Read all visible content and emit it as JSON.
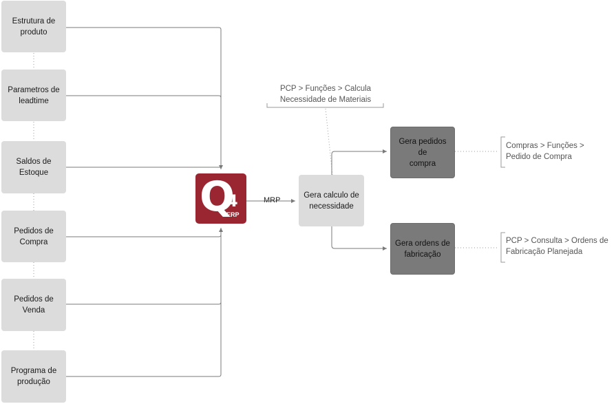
{
  "inputs": [
    {
      "label": "Estrutura de\nproduto"
    },
    {
      "label": "Parametros de\nleadtime"
    },
    {
      "label": "Saldos de\nEstoque"
    },
    {
      "label": "Pedidos de\nCompra"
    },
    {
      "label": "Pedidos de\nVenda"
    },
    {
      "label": "Programa de\nprodução"
    }
  ],
  "logo": {
    "main": "Q",
    "sub": "4",
    "tag": "ERP",
    "color": "#9a2632"
  },
  "mrp_label": "MRP",
  "calc_box": "Gera calculo de\nnecessidade",
  "calc_note": "PCP > Funções > Calcula\nNecessidade de Materiais",
  "outputs": [
    {
      "label": "Gera pedidos de\ncompra",
      "note": "Compras > Funções >\nPedido de Compra"
    },
    {
      "label": "Gera ordens de\nfabricação",
      "note": "PCP > Consulta > Ordens de\nFabricação Planejada"
    }
  ]
}
